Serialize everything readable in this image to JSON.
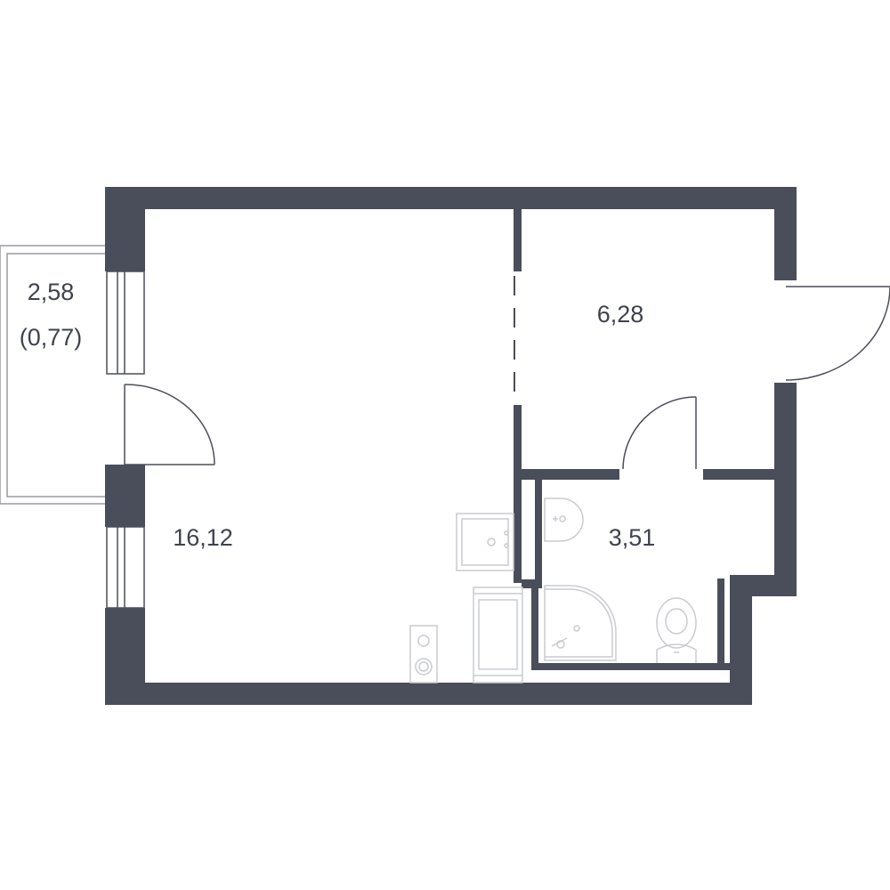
{
  "colors": {
    "wall": "#4a4e5a",
    "fixture": "#c9cbd0",
    "door": "#4a4e5a",
    "label": "#3f434f",
    "background": "#ffffff"
  },
  "rooms": {
    "living": {
      "area": "16,12"
    },
    "hall": {
      "area": "6,28"
    },
    "bathroom": {
      "area": "3,51"
    },
    "balcony": {
      "area": "2,58",
      "reduced_area": "(0,77)"
    }
  }
}
